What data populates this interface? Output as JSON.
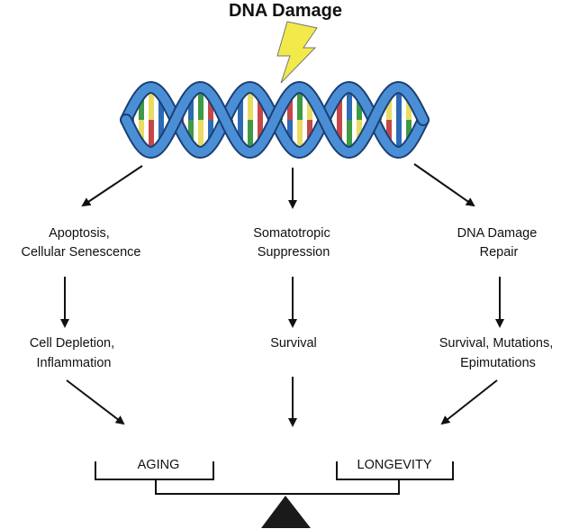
{
  "title": "DNA Damage",
  "colors": {
    "backbone": "#4a8fd6",
    "backbone_edge": "#1c3f73",
    "bolt": "#f2ea4a",
    "base_red": "#c4484a",
    "base_green": "#3f9a45",
    "base_yellow": "#e8dc62",
    "base_blue": "#2c6bb5",
    "fulcrum": "#1a1a1a",
    "line": "#111111"
  },
  "icons": [
    "lightning-bolt-icon",
    "dna-helix-icon"
  ],
  "pathways": {
    "left": {
      "step1": [
        "Apoptosis,",
        "Cellular Senescence"
      ],
      "step2": [
        "Cell Depletion,",
        "Inflammation"
      ]
    },
    "middle": {
      "step1": [
        "Somatotropic",
        "Suppression"
      ],
      "step2": [
        "Survival"
      ]
    },
    "right": {
      "step1": [
        "DNA Damage",
        "Repair"
      ],
      "step2": [
        "Survival, Mutations,",
        "Epimutations"
      ]
    }
  },
  "balance": {
    "left_label": "AGING",
    "right_label": "LONGEVITY"
  }
}
